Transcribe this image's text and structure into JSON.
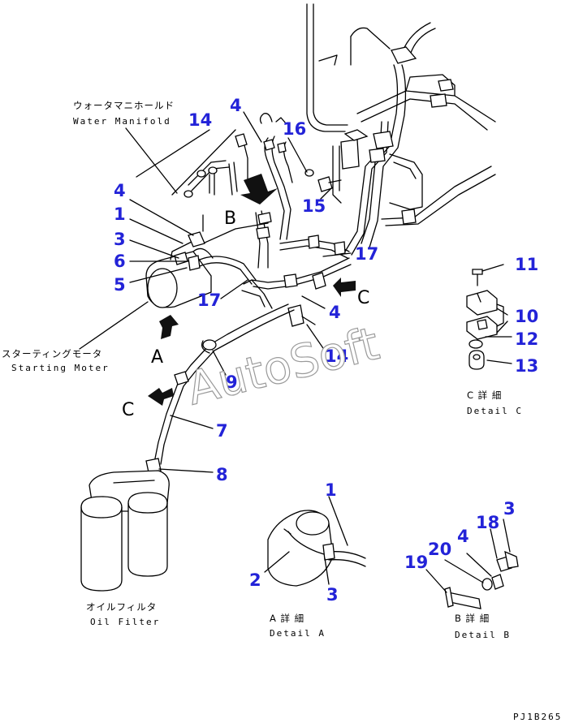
{
  "captions": {
    "water_manifold_jp": "ウォータマニホールド",
    "water_manifold_en": "Water Manifold",
    "starting_motor_jp": "スターティングモータ",
    "starting_motor_en": "Starting Moter",
    "oil_filter_jp": "オイルフィルタ",
    "oil_filter_en": "Oil Filter",
    "detail_a_jp": "A 詳 細",
    "detail_a_en": "Detail A",
    "detail_b_jp": "B 詳 細",
    "detail_b_en": "Detail B",
    "detail_c_jp": "C 詳 細",
    "detail_c_en": "Detail C"
  },
  "view_letters": {
    "a": "A",
    "b": "B",
    "c_left": "C",
    "c_right": "C"
  },
  "callouts": {
    "n14_top": "14",
    "n4_top": "4",
    "n16": "16",
    "n15": "15",
    "n4_left": "4",
    "n1_left": "1",
    "n3_left": "3",
    "n6": "6",
    "n5": "5",
    "n17_right": "17",
    "n17_left": "17",
    "n4_mid": "4",
    "n14_mid": "14",
    "n9": "9",
    "n7": "7",
    "n8": "8",
    "n11": "11",
    "n10": "10",
    "n12": "12",
    "n13": "13",
    "detail_a_1": "1",
    "detail_a_2": "2",
    "detail_a_3": "3",
    "detail_b_3": "3",
    "detail_b_18": "18",
    "detail_b_4": "4",
    "detail_b_20": "20",
    "detail_b_19": "19"
  },
  "watermark": "AutoSoft",
  "drawing_code": "PJ1B265",
  "colors": {
    "callout": "#2323d8",
    "line": "#000000",
    "watermark_outline": "#9a9a9a"
  }
}
